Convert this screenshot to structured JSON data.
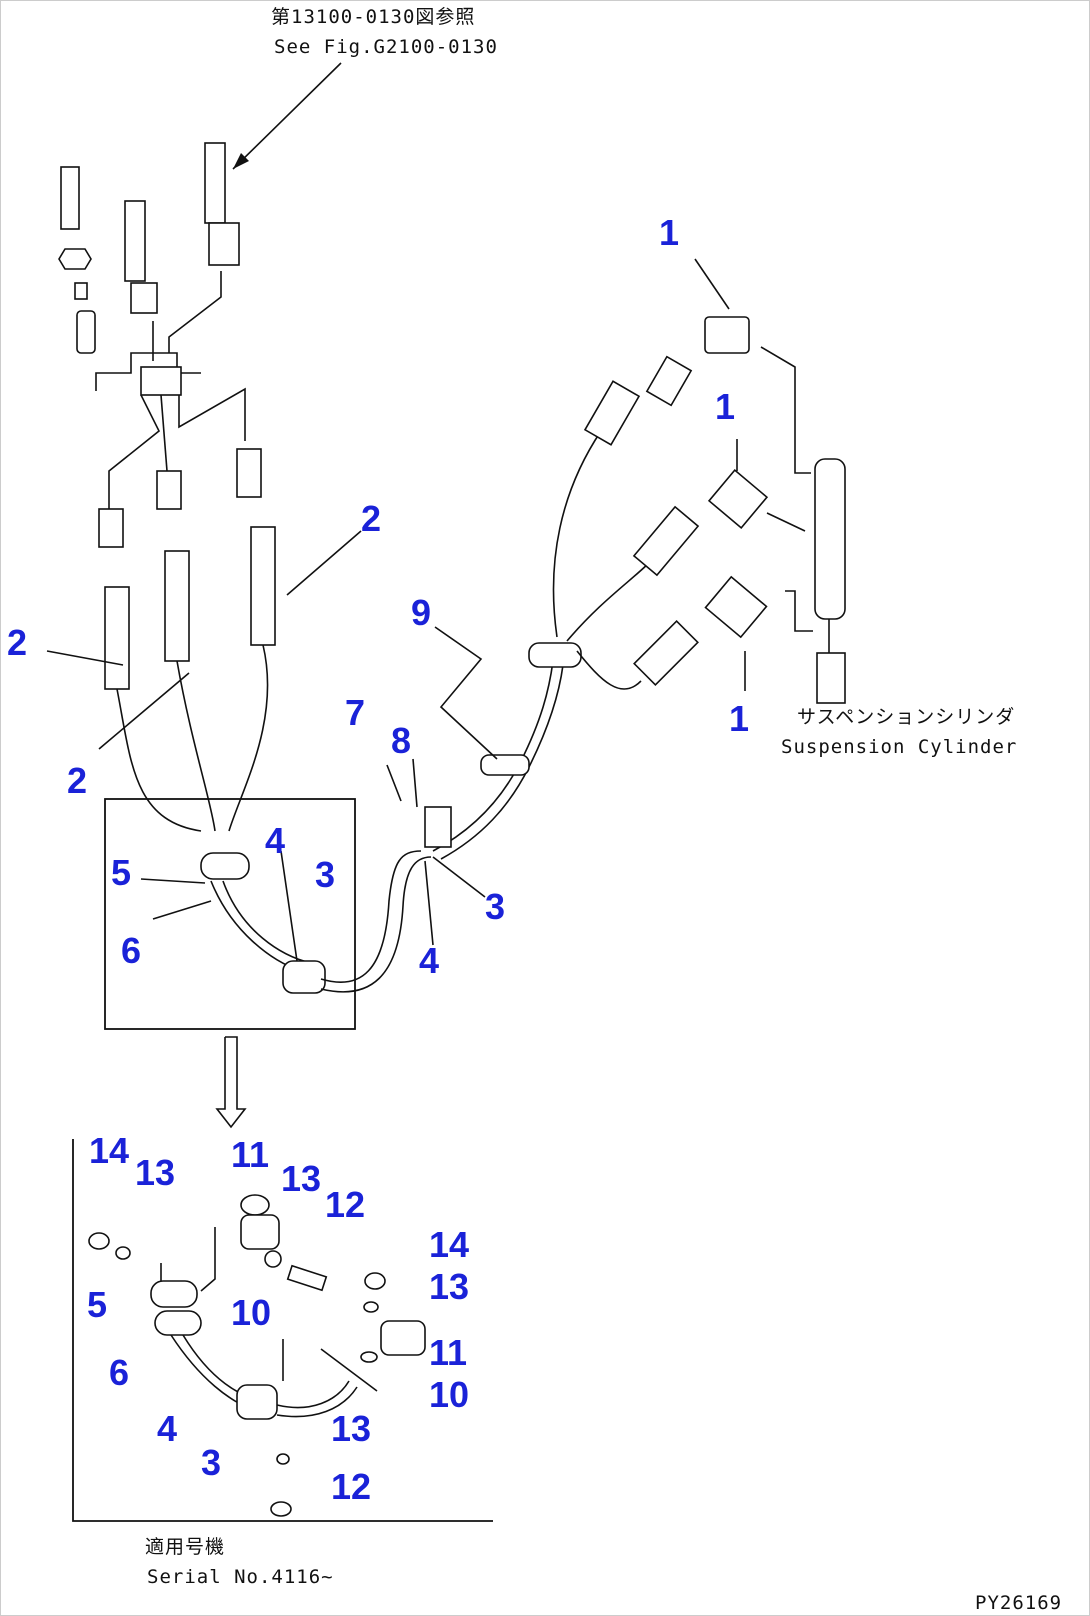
{
  "references": {
    "top_jp": "第13100-0130図参照",
    "top_en": "See Fig.G2100-0130",
    "cylinder_jp": "サスペンションシリンダ",
    "cylinder_en": "Suspension Cylinder",
    "serial_jp": "適用号機",
    "serial_en": "Serial No.4116~",
    "drawing_id": "PY26169"
  },
  "callouts": {
    "c1a": "1",
    "c1b": "1",
    "c1c": "1",
    "c2a": "2",
    "c2b": "2",
    "c2c": "2",
    "c3a": "3",
    "c3b": "3",
    "c4a": "4",
    "c4b": "4",
    "c5": "5",
    "c6": "6",
    "c7": "7",
    "c8": "8",
    "c9": "9",
    "d14a": "14",
    "d13a": "13",
    "d11a": "11",
    "d13b": "13",
    "d12a": "12",
    "d10a": "10",
    "d5": "5",
    "d6": "6",
    "d14b": "14",
    "d13c": "13",
    "d11b": "11",
    "d10b": "10",
    "d4": "4",
    "d3": "3",
    "d13d": "13",
    "d12b": "12"
  },
  "colors": {
    "callout": "#1a22d8",
    "line": "#111111"
  }
}
